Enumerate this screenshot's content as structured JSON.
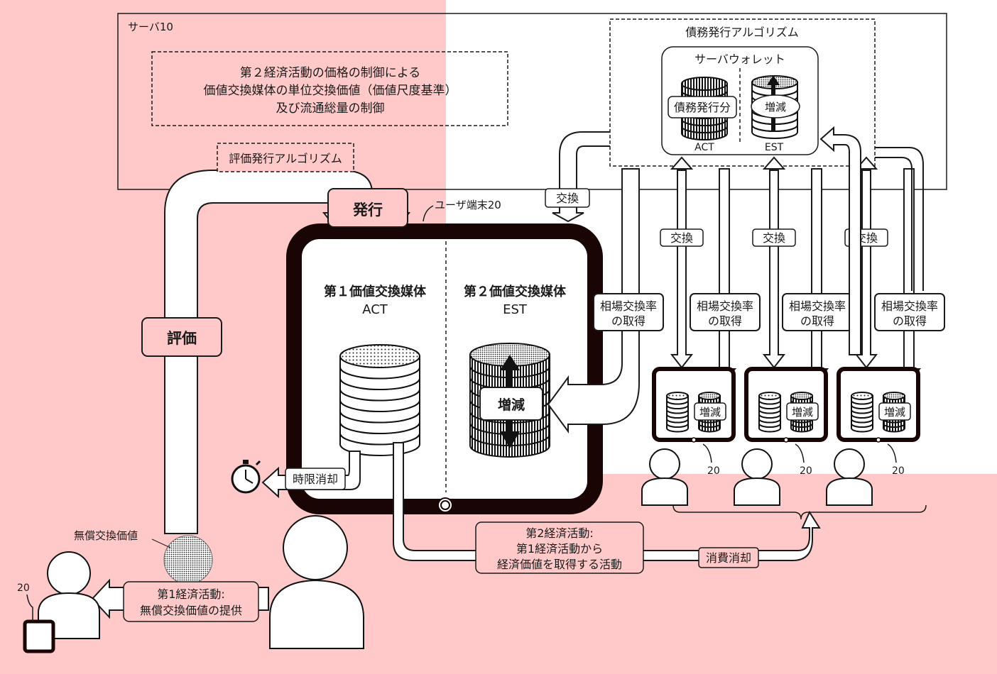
{
  "server": {
    "label": "サーバ10",
    "control_lines": [
      "第２経済活動の価格の制御による",
      "価値交換媒体の単位交換価値（価値尺度基準）",
      "及び流通総量の制御"
    ],
    "eval_algorithm": "評価発行アルゴリズム",
    "debt_algorithm": "債務発行アルゴリズム",
    "wallet": {
      "title": "サーバウォレット",
      "debt_label": "債務発行分",
      "change_label": "増減",
      "act": "ACT",
      "est": "EST"
    }
  },
  "user_terminal": {
    "label": "ユーザ端末20",
    "issue": "発行",
    "evaluate": "評価",
    "medium1_title": "第１価値交換媒体",
    "medium1_sub": "ACT",
    "medium2_title": "第２価値交換媒体",
    "medium2_sub": "EST",
    "change": "増減",
    "time_expire": "時限消却"
  },
  "flows": {
    "exchange": "交換",
    "rate_lines": [
      "相場交換率",
      "の取得"
    ],
    "change_small": "増減",
    "terminal_ref": "20"
  },
  "activities": {
    "free_value": "無償交換価値",
    "first_lines": [
      "第1経済活動:",
      "無償交換価値の提供"
    ],
    "second_lines": [
      "第2経済活動:",
      "第1経済活動から",
      "経済価値を取得する活動"
    ],
    "consume": "消費消却",
    "ref_20": "20"
  },
  "colors": {
    "pink": "#ffc9c9",
    "ink": "#1a1a1a",
    "terminal_border": "#1a0505"
  }
}
